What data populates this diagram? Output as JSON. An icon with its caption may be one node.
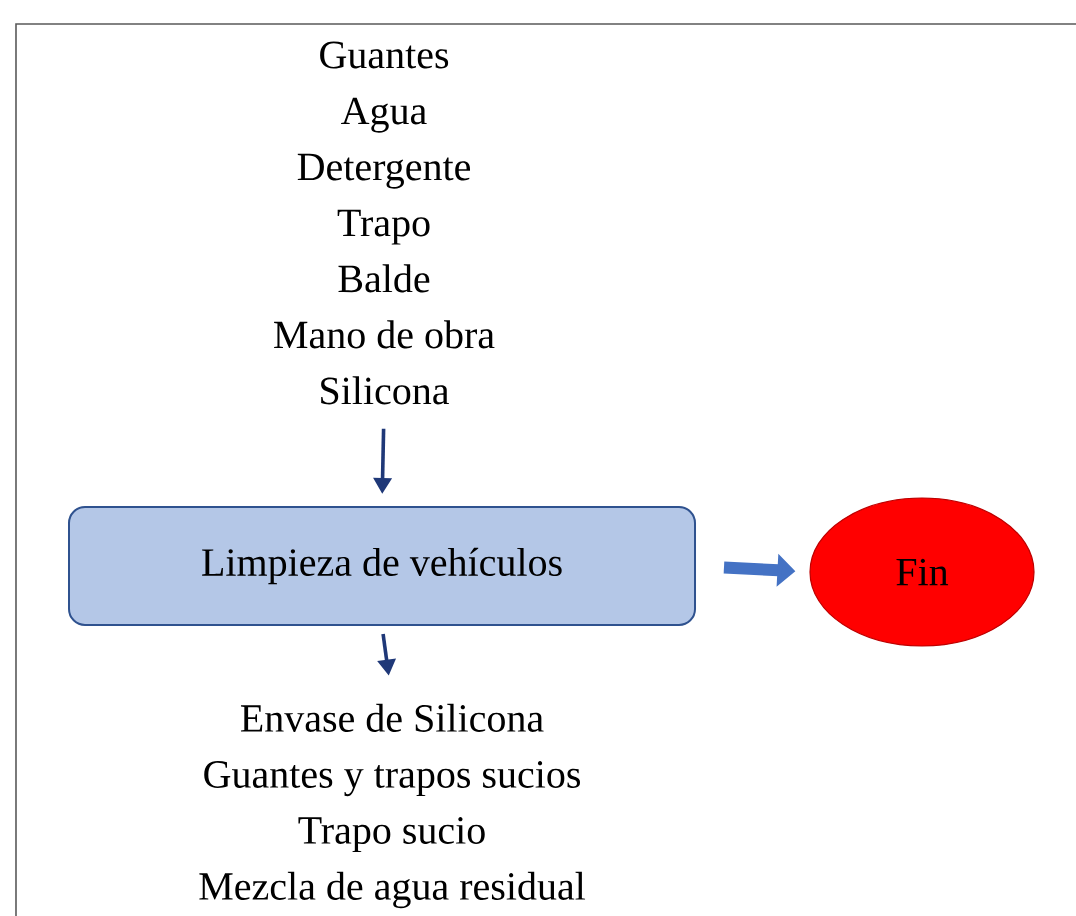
{
  "diagram": {
    "nodes": [
      {
        "text": [
          "Guantes",
          "Agua",
          "Detergente",
          "Trapo",
          "Balde",
          "Mano de obra",
          "Silicona"
        ]
      },
      {
        "text": [
          "Limpieza de vehículos"
        ]
      },
      {
        "text": [
          "Fin"
        ]
      },
      {
        "text": [
          "Envase de Silicona",
          "Guantes y trapos sucios",
          "Trapo sucio",
          "Mezcla de agua residual"
        ]
      }
    ],
    "edges": [
      {
        "from": 0,
        "to": 1,
        "arrow": "to"
      },
      {
        "from": 1,
        "to": 2,
        "arrow": "to",
        "style": "thick",
        "color": "#4472c4"
      },
      {
        "from": 1,
        "to": 3,
        "arrow": "to"
      }
    ]
  }
}
